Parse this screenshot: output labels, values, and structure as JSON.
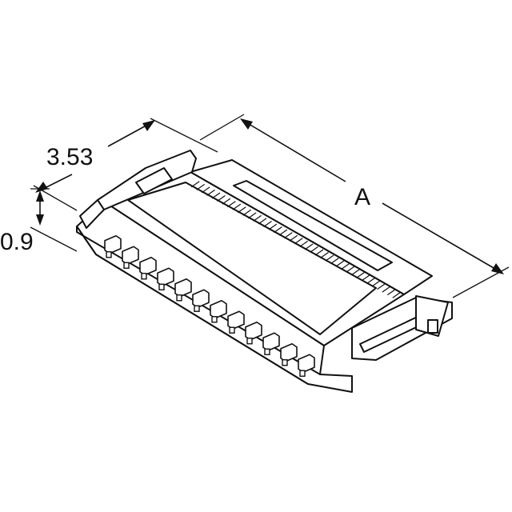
{
  "figure": {
    "dimensions": {
      "depth": "3.53",
      "height": "0.9",
      "length": "A"
    },
    "component": {
      "contact_count_front": 12,
      "contact_count_rear": 40
    },
    "colors": {
      "line": "#111111",
      "background": "#ffffff"
    }
  }
}
